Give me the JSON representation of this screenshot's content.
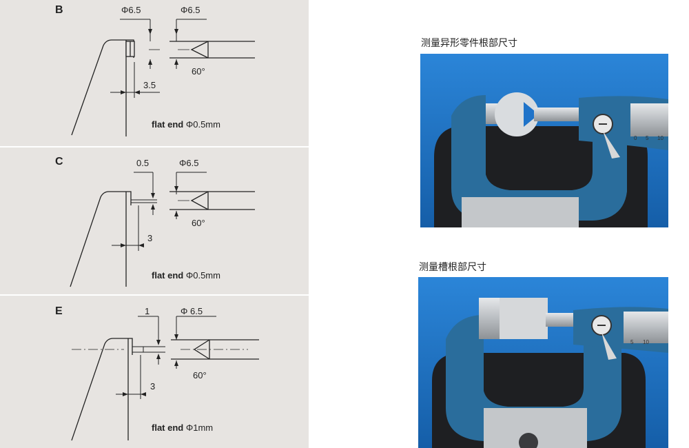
{
  "panels": [
    {
      "letter": "B",
      "dim_left": "Φ6.5",
      "dim_right": "Φ6.5",
      "dim_bottom": "3.5",
      "angle": "60°",
      "flat_end_label": "flat end",
      "flat_end_value": "Φ0.5mm"
    },
    {
      "letter": "C",
      "dim_left": "0.5",
      "dim_right": "Φ6.5",
      "dim_bottom": "3",
      "angle": "60°",
      "flat_end_label": "flat end",
      "flat_end_value": "Φ0.5mm"
    },
    {
      "letter": "E",
      "dim_left": "1",
      "dim_right": "Φ 6.5",
      "dim_bottom": "3",
      "angle": "60°",
      "flat_end_label": "flat end",
      "flat_end_value": "Φ1mm"
    }
  ],
  "photos": [
    {
      "caption": "测量异形零件根部尺寸",
      "scale_labels": [
        "0",
        "5",
        "10"
      ]
    },
    {
      "caption": "测量槽根部尺寸",
      "scale_labels": [
        "5",
        "10"
      ]
    }
  ],
  "colors": {
    "panel_bg": "#e7e4e1",
    "photo_bg": "#1f73c9",
    "frame_blue": "#2a6d9c",
    "frame_dark": "#1e1f22",
    "metal": "#c9ccd0"
  }
}
